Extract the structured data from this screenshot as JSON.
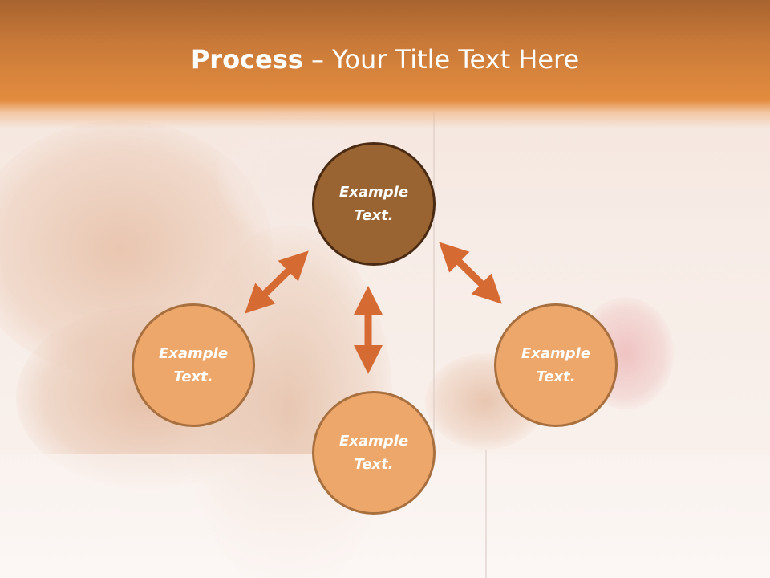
{
  "slide": {
    "title_bold": "Process",
    "title_rest": " – Your Title Text Here"
  },
  "colors": {
    "header_top": "#a8632e",
    "header_bottom": "#e38c3f",
    "center_node_fill": "#9a6432",
    "center_node_border": "#4a2a12",
    "outer_node_fill": "#eea76b",
    "outer_node_border": "#a8703f",
    "arrow": "#d66a33"
  },
  "nodes": [
    {
      "id": "top",
      "line1": "Example",
      "line2": "Text."
    },
    {
      "id": "left",
      "line1": "Example",
      "line2": "Text."
    },
    {
      "id": "bottom",
      "line1": "Example",
      "line2": "Text."
    },
    {
      "id": "right",
      "line1": "Example",
      "line2": "Text."
    }
  ],
  "arrows": [
    {
      "id": "top-left",
      "type": "double-headed",
      "direction": "diagonal-ne-sw"
    },
    {
      "id": "top-bottom",
      "type": "double-headed",
      "direction": "vertical"
    },
    {
      "id": "top-right",
      "type": "double-headed",
      "direction": "diagonal-nw-se"
    }
  ]
}
